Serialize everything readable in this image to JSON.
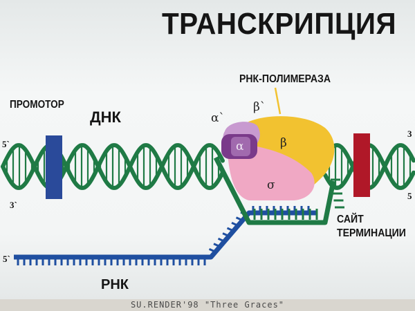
{
  "title": "ТРАНСКРИПЦИЯ",
  "labels": {
    "promoter": "ПРОМОТОР",
    "dna": "ДНК",
    "polymerase": "РНК-ПОЛИМЕРАЗА",
    "termination_line1": "САЙТ",
    "termination_line2": "ТЕРМИНАЦИИ",
    "rna": "РНК"
  },
  "strand_ends": {
    "dna_left_top": "5`",
    "dna_left_bottom": "3`",
    "dna_right_top": "3",
    "dna_right_bottom": "5",
    "rna_start": "5`"
  },
  "subunits": {
    "alpha_prime": "α`",
    "beta_prime": "β`",
    "alpha": "α",
    "beta": "β",
    "sigma": "σ"
  },
  "footer": "SU.RENDER'98 \"Three Graces\"",
  "colors": {
    "dna": "#1f7a45",
    "rna": "#1f4fa0",
    "promoter": "#2a4a9a",
    "termination": "#b01828",
    "beta_subunit": "#f2c230",
    "sigma_subunit": "#f0a8c4",
    "alpha_subunit": "#7a3a8a",
    "beta_prime_subunit": "#c89ad0"
  }
}
